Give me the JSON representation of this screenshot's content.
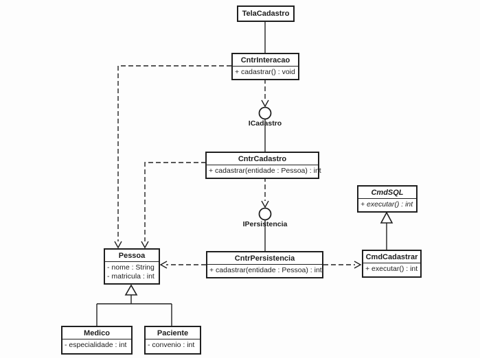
{
  "colors": {
    "line": "#1f1f1f",
    "box_fill": "#ffffff",
    "background": "#fdfdfd"
  },
  "classes": {
    "telaCadastro": {
      "name": "TelaCadastro",
      "members": []
    },
    "cntrInteracao": {
      "name": "CntrInteracao",
      "members": [
        "+ cadastrar() : void"
      ]
    },
    "cntrCadastro": {
      "name": "CntrCadastro",
      "members": [
        "+ cadastrar(entidade : Pessoa) : int"
      ]
    },
    "cntrPersistencia": {
      "name": "CntrPersistencia",
      "members": [
        "+ cadastrar(entidade : Pessoa) : int"
      ]
    },
    "cmdSql": {
      "name": "CmdSQL",
      "abstract": true,
      "members": [
        "+ executar() : int"
      ]
    },
    "cmdCadastrar": {
      "name": "CmdCadastrar",
      "members": [
        "+ executar() : int"
      ]
    },
    "pessoa": {
      "name": "Pessoa",
      "members": [
        "- nome : String",
        "- matricula : int"
      ]
    },
    "medico": {
      "name": "Medico",
      "members": [
        "- especialidade : int"
      ]
    },
    "paciente": {
      "name": "Paciente",
      "members": [
        "- convenio : int"
      ]
    }
  },
  "interfaces": {
    "iCadastro": {
      "label": "ICadastro"
    },
    "iPersistencia": {
      "label": "IPersistencia"
    }
  },
  "relations": [
    {
      "from": "TelaCadastro",
      "to": "CntrInteracao",
      "type": "association-solid"
    },
    {
      "from": "CntrInteracao",
      "to": "ICadastro",
      "type": "dependency-dashed"
    },
    {
      "from": "ICadastro",
      "to": "CntrCadastro",
      "type": "lollipop-provided-interface"
    },
    {
      "from": "CntrCadastro",
      "to": "IPersistencia",
      "type": "dependency-dashed"
    },
    {
      "from": "IPersistencia",
      "to": "CntrPersistencia",
      "type": "lollipop-provided-interface"
    },
    {
      "from": "CntrInteracao",
      "to": "Pessoa",
      "type": "dependency-dashed"
    },
    {
      "from": "CntrCadastro",
      "to": "Pessoa",
      "type": "dependency-dashed"
    },
    {
      "from": "CntrPersistencia",
      "to": "Pessoa",
      "type": "dependency-dashed"
    },
    {
      "from": "CntrPersistencia",
      "to": "CmdCadastrar",
      "type": "dependency-dashed"
    },
    {
      "from": "CmdCadastrar",
      "to": "CmdSQL",
      "type": "generalization"
    },
    {
      "from": "Medico",
      "to": "Pessoa",
      "type": "generalization"
    },
    {
      "from": "Paciente",
      "to": "Pessoa",
      "type": "generalization"
    }
  ]
}
